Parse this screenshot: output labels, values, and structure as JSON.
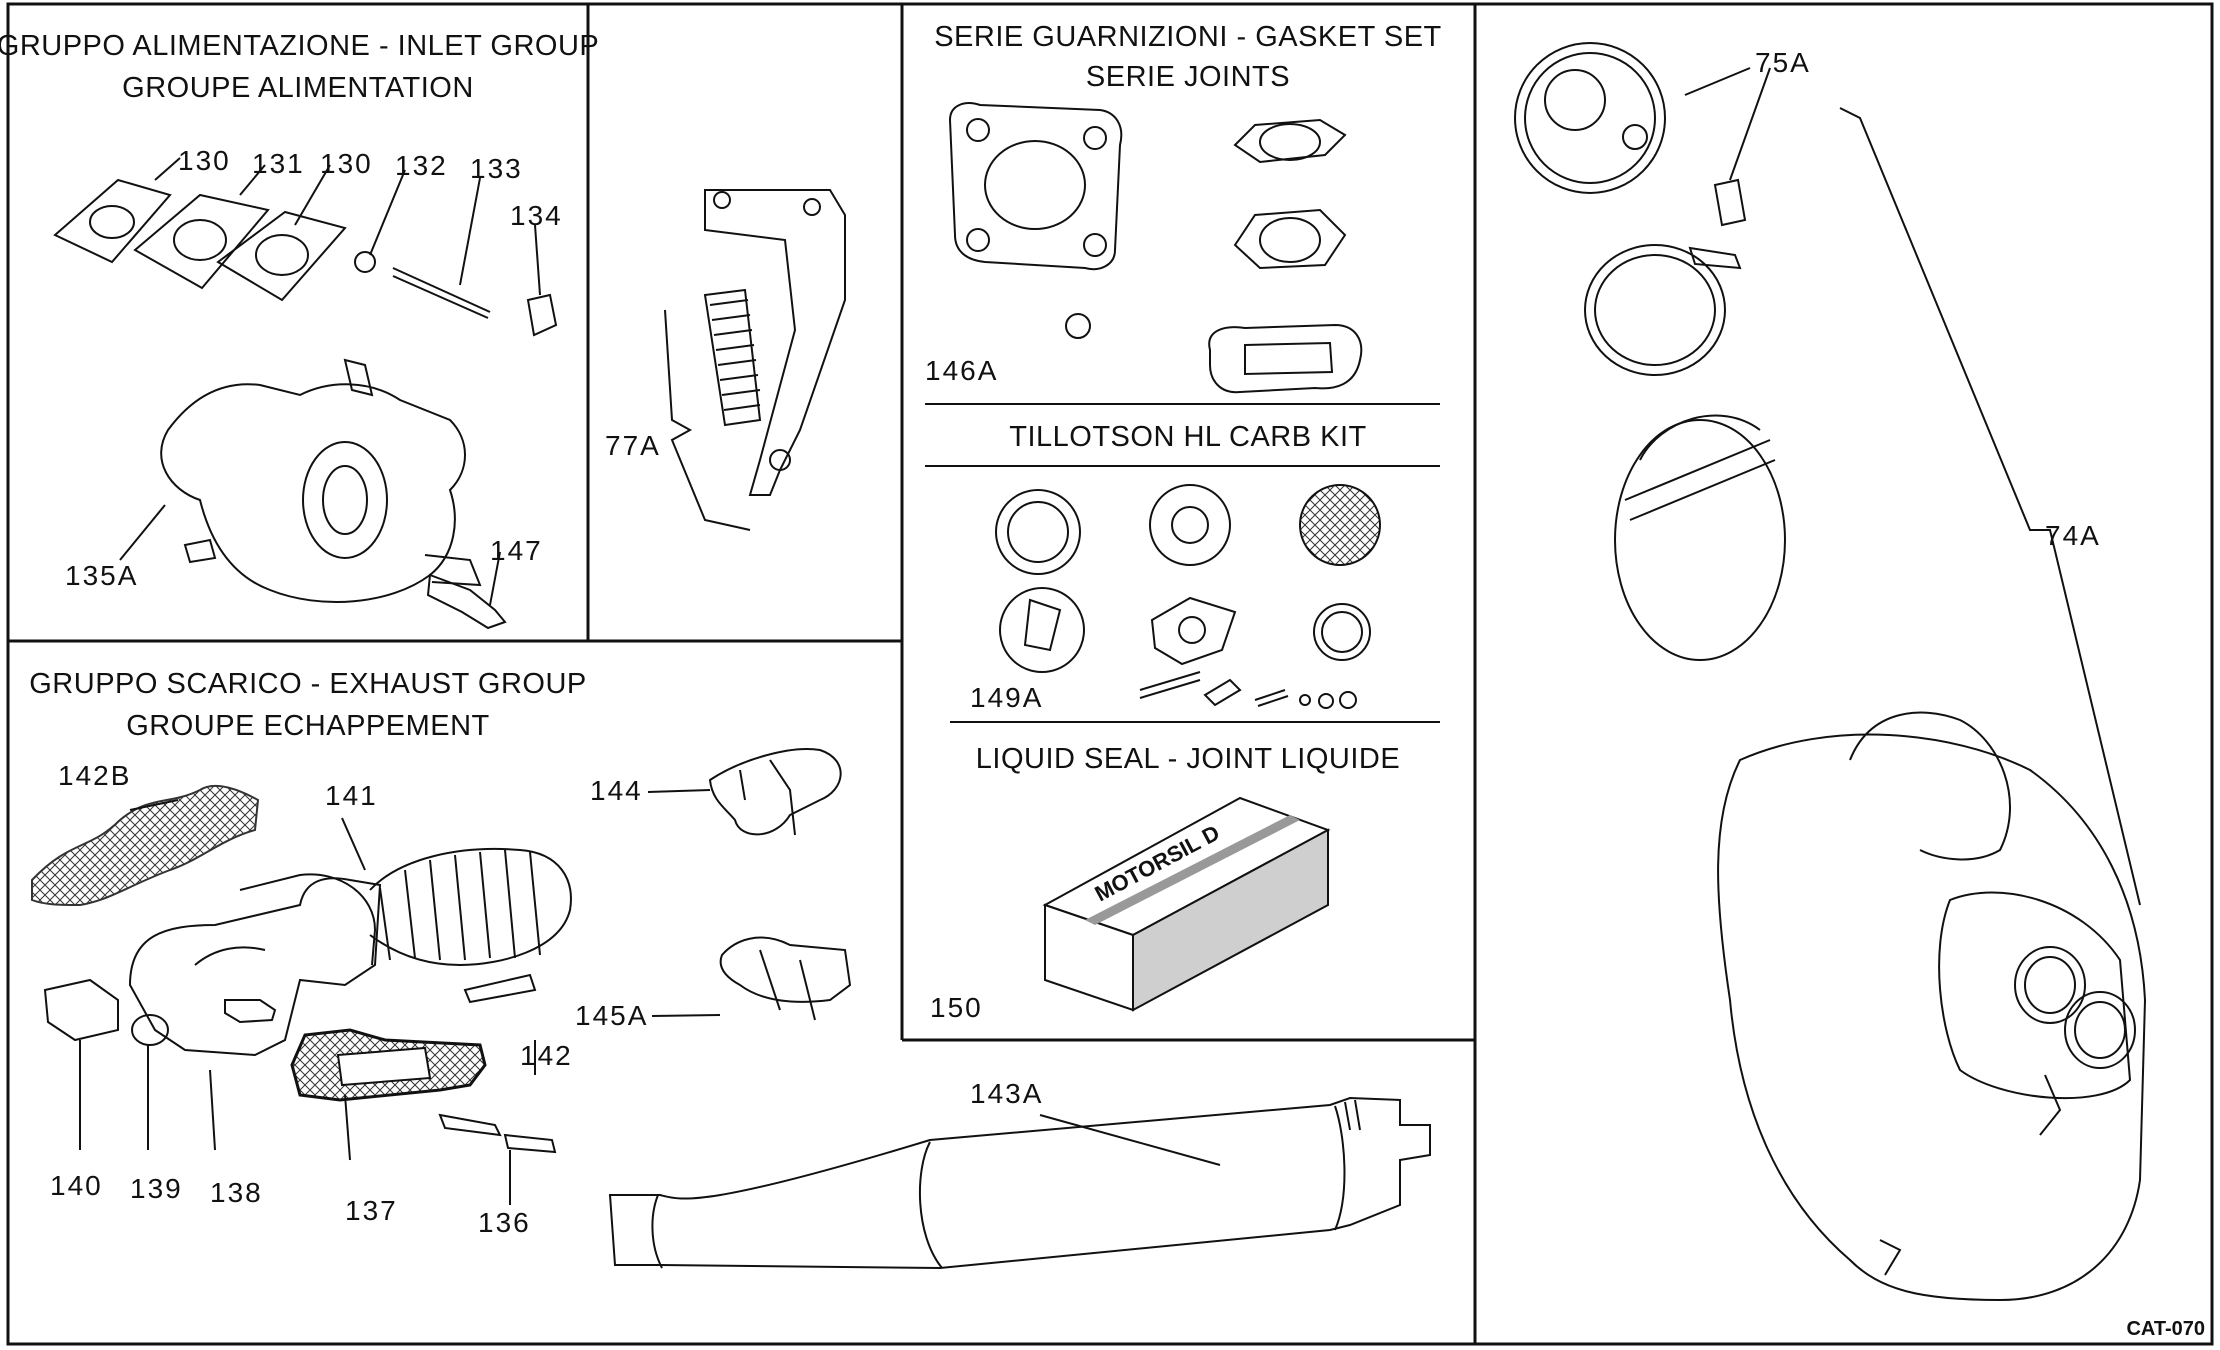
{
  "sections": {
    "inlet": {
      "title_line1": "GRUPPO ALIMENTAZIONE - INLET GROUP",
      "title_line2": "GROUPE ALIMENTATION"
    },
    "exhaust": {
      "title_line1": "GRUPPO SCARICO - EXHAUST GROUP",
      "title_line2": "GROUPE ECHAPPEMENT"
    },
    "gasket": {
      "title_line1": "SERIE GUARNIZIONI - GASKET SET",
      "title_line2": "SERIE JOINTS"
    },
    "carb": {
      "title": "TILLOTSON HL  CARB KIT"
    },
    "seal": {
      "title": "LIQUID SEAL - JOINT LIQUIDE",
      "product_name": "MOTORSIL D"
    }
  },
  "parts": {
    "p130a": "130",
    "p131": "131",
    "p130b": "130",
    "p132": "132",
    "p133": "133",
    "p134": "134",
    "p135A": "135A",
    "p147": "147",
    "p77A": "77A",
    "p146A": "146A",
    "p149A": "149A",
    "p150": "150",
    "p142B": "142B",
    "p141": "141",
    "p144": "144",
    "p145A": "145A",
    "p142": "142",
    "p140": "140",
    "p139": "139",
    "p138": "138",
    "p137": "137",
    "p136": "136",
    "p143A": "143A",
    "p75A": "75A",
    "p74A": "74A"
  },
  "catalog_code": "CAT-070"
}
